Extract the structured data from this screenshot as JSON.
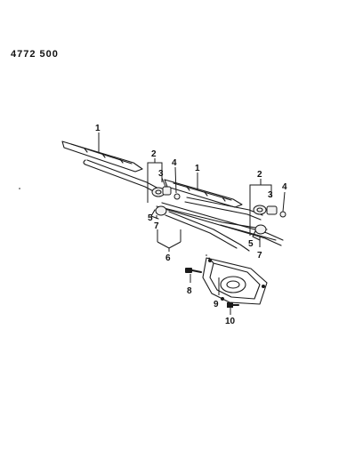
{
  "diagram_code": "4772 500",
  "callouts": {
    "c1a": "1",
    "c1b": "1",
    "c2a": "2",
    "c2b": "2",
    "c3a": "3",
    "c3b": "3",
    "c4a": "4",
    "c4b": "4",
    "c5a": "5",
    "c5b": "5",
    "c6": "6",
    "c7a": "7",
    "c7b": "7",
    "c8": "8",
    "c9": "9",
    "c10": "10"
  }
}
